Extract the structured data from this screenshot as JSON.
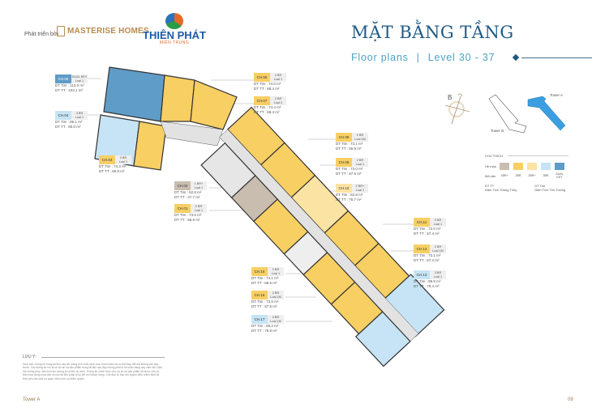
{
  "header": {
    "developed_by": "Phát triển bởi",
    "developer": "MASTERISE HOMES",
    "partner": "THIÊN PHÁT",
    "partner_sub": "MIỀN TRUNG",
    "title": "MẶT BẰNG TẦNG",
    "subtitle_left": "Floor plans",
    "subtitle_sep": "|",
    "subtitle_right": "Level 30 - 37"
  },
  "key_plan": {
    "compass": "B",
    "tower_a": "Tower A",
    "tower_b": "Tower B"
  },
  "legend": {
    "title": "CHÚ THÍCH",
    "color_label": "Hệ màu",
    "code_label": "Mã căn",
    "items": [
      {
        "label": "1BR+",
        "color": "#c9bdb0"
      },
      {
        "label": "2BR",
        "color": "#f7cf63"
      },
      {
        "label": "2BR+",
        "color": "#fbe3a3"
      },
      {
        "label": "3BR",
        "color": "#c6e4f5"
      },
      {
        "label": "DUAL KEY",
        "color": "#5f9cc8"
      }
    ],
    "def1_key": "DT TT",
    "def1_val": "Diện Tích Thông Thủy",
    "def2_key": "DT Tim",
    "def2_val": "Diện Tích Tim Tường"
  },
  "units": [
    {
      "code": "CH.05",
      "type": "DUAL KEY",
      "variant": "Loại 1",
      "tim": "DT Tim : 113.0 m²",
      "tt": "DT TT : 103.1 m²",
      "color": "#5f9cc8"
    },
    {
      "code": "CH.04",
      "type": "3 BR",
      "variant": "Loại 1",
      "tim": "DT Tim : 89.1 m²",
      "tt": "DT TT : 80.0 m²",
      "color": "#c6e4f5"
    },
    {
      "code": "CH.03",
      "type": "2 BR",
      "variant": "Loại 1",
      "tim": "DT Tim : 74.3 m²",
      "tt": "DT TT : 68.9 m²",
      "color": "#f7cf63"
    },
    {
      "code": "CH.06",
      "type": "2 BR",
      "variant": "Loại 1",
      "tim": "DT Tim : 74.0 m²",
      "tt": "DT TT : 68.4 m²",
      "color": "#f7cf63"
    },
    {
      "code": "CH.07",
      "type": "2 BR",
      "variant": "Loại 2",
      "tim": "DT Tim : 74.4 m²",
      "tt": "DT TT : 68.4 m²",
      "color": "#f7cf63"
    },
    {
      "code": "CH.08",
      "type": "2 BR",
      "variant": "Loại 1M",
      "tim": "DT Tim : 73.1 m²",
      "tt": "DT TT : 66.9 m²",
      "color": "#f7cf63"
    },
    {
      "code": "CH.09",
      "type": "2 BR",
      "variant": "Loại 1",
      "tim": "DT Tim : 73.0 m²",
      "tt": "DT TT : 67.5 m²",
      "color": "#f7cf63"
    },
    {
      "code": "CH.10",
      "type": "2 BR+",
      "variant": "Loại 1",
      "tim": "DT Tim : 82.8 m²",
      "tt": "DT TT : 76.7 m²",
      "color": "#fbe3a3"
    },
    {
      "code": "CH.02",
      "type": "1 BR+",
      "variant": "Loại 1",
      "tim": "DT Tim : 52.8 m²",
      "tt": "DT TT : 47.7 m²",
      "color": "#c9bdb0"
    },
    {
      "code": "CH.01",
      "type": "2 BR",
      "variant": "Loại 1",
      "tim": "DT Tim : 73.6 m²",
      "tt": "DT TT : 68.9 m²",
      "color": "#f7cf63"
    },
    {
      "code": "CH.11",
      "type": "2 BR",
      "variant": "Loại 1",
      "tim": "DT Tim : 72.0 m²",
      "tt": "DT TT : 67.4 m²",
      "color": "#f7cf63"
    },
    {
      "code": "CH.12",
      "type": "2 BR",
      "variant": "Loại 1M",
      "tim": "DT Tim : 73.1 m²",
      "tt": "DT TT : 67.4 m²",
      "color": "#f7cf63"
    },
    {
      "code": "CH.13",
      "type": "3 BR",
      "variant": "Loại 1",
      "tim": "DT Tim : 88.9 m²",
      "tt": "DT TT : 79.4 m²",
      "color": "#c6e4f5"
    },
    {
      "code": "CH.15",
      "type": "2 BR",
      "variant": "Loại 1",
      "tim": "DT Tim : 74.1 m²",
      "tt": "DT TT : 68.5 m²",
      "color": "#f7cf63"
    },
    {
      "code": "CH.16",
      "type": "2 BR",
      "variant": "Loại 1M",
      "tim": "DT Tim : 73.5 m²",
      "tt": "DT TT : 67.8 m²",
      "color": "#f7cf63"
    },
    {
      "code": "CH.17",
      "type": "3 BR",
      "variant": "Loại 1M",
      "tim": "DT Tim : 89.2 m²",
      "tt": "DT TT : 79.9 m²",
      "color": "#c6e4f5"
    }
  ],
  "notes": {
    "title": "LƯU Ý:",
    "body": "Hình ảnh, thông tin trong tài liệu này chỉ mang tính chất minh họa, tham khảo và có thể thay đổi mà không cần báo trước. Các thông tin mô tả về dự án và sản phẩm trong tài liệu sau đây không phải là lời chào hàng hay cam kết. Diện tích thông thủy, diện tích tim tường là số liệu dự kiến. Thông tin chính thức của dự án và sản phẩm sẽ được căn cứ theo hợp đồng mua bán và các tài liệu pháp lý ký kết với khách hàng. Chủ đầu tư bảo lưu quyền điều chỉnh thiết kế theo yêu cầu của cơ quan nhà nước có thẩm quyền."
  },
  "footer": {
    "tower": "Tower A",
    "page": "09"
  }
}
